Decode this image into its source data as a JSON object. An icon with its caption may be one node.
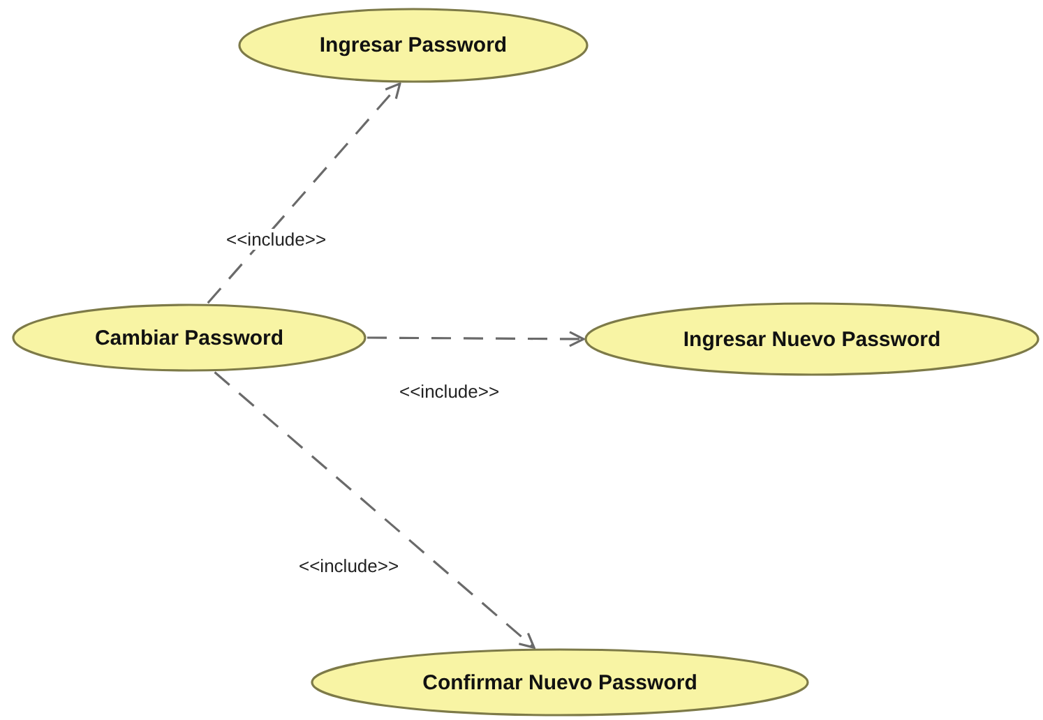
{
  "diagram": {
    "nodes": [
      {
        "text": [
          "Ingresar Password"
        ]
      },
      {
        "text": [
          "Cambiar Password"
        ]
      },
      {
        "text": [
          "Ingresar Nuevo Password"
        ]
      },
      {
        "text": [
          "Confirmar Nuevo Password"
        ]
      }
    ],
    "edges": [
      {
        "from": 1,
        "to": 0,
        "arrow": "to",
        "label": "<<include>>",
        "style": "dashed"
      },
      {
        "from": 1,
        "to": 2,
        "arrow": "to",
        "label": "<<include>>",
        "style": "dashed"
      },
      {
        "from": 1,
        "to": 3,
        "arrow": "to",
        "label": "<<include>>",
        "style": "dashed"
      }
    ]
  }
}
